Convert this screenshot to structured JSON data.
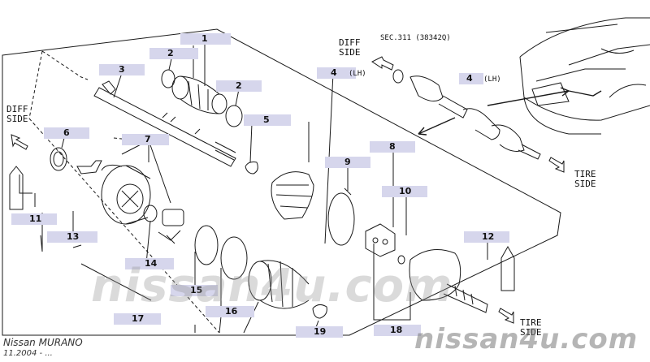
{
  "diagram": {
    "callouts": [
      "1",
      "2",
      "2",
      "3",
      "4",
      "4",
      "5",
      "6",
      "7",
      "8",
      "9",
      "10",
      "11",
      "12",
      "13",
      "14",
      "15",
      "16",
      "17",
      "18",
      "19"
    ],
    "labels": {
      "diff_side_top": "DIFF\nSIDE",
      "diff_side_left": "DIFF\nSIDE",
      "tire_side_top": "TIRE\nSIDE",
      "tire_side_bottom": "TIRE\nSIDE",
      "sec_ref": "SEC.311 (38342Q)",
      "lh_main": "(LH)",
      "lh_small": "(LH)"
    },
    "footer": {
      "model": "Nissan MURANO",
      "date": "11.2004 - ..."
    },
    "watermark": {
      "center": "nissan4u.com",
      "corner": "nissan4u.com"
    },
    "colors": {
      "callout_bg": "#d6d6ec",
      "line": "#1a1a1a"
    }
  }
}
